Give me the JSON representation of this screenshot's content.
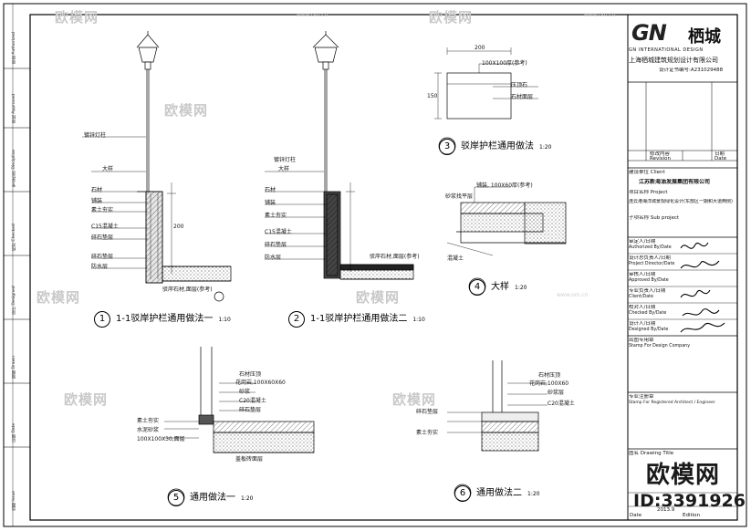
{
  "watermarks": {
    "brand": "欧模网",
    "url": "www.om.cn",
    "id_label": "ID:3391926"
  },
  "title_block": {
    "logo_letters": "GN",
    "logo_chinese": "栖城",
    "logo_english": "GN INTERNATIONAL DESIGN",
    "company": "上海栖城建筑规划设计有限公司",
    "license": "设计证书编号:A231029488",
    "revision_headers": [
      "修改内容",
      "日期"
    ],
    "revision_headers_en": [
      "Revision",
      "Date"
    ],
    "client_label": "建设单位 Client",
    "client_name": "江苏新海油发展集团有限公司",
    "project_label": "项目名称 Project",
    "project_name": "连云港海洋城景观绿化设计(东部区一期和大道两侧)",
    "subproject_label": "子项名称 Sub project",
    "authorized_label": "审定人/日期",
    "authorized_en": "Authorized By/Date",
    "director_label": "设计总负责人/日期",
    "director_en": "Project Director/Date",
    "approved_label": "审核人/日期",
    "approved_en": "Approved By/Date",
    "client_sign_label": "专业负责人/日期",
    "client_sign_en": "Client/Date",
    "checked_label": "校对人/日期",
    "checked_en": "Checked By/Date",
    "designed_label": "设计人/日期",
    "designed_en": "Designed By/Date",
    "stamp_company_label": "出图专用章",
    "stamp_company_en": "Stamp For Design Company",
    "stamp_engineer_label": "专业注册章",
    "stamp_engineer_en": "Stamp For Registered Architect / Engineer",
    "drawing_title_label": "图名 Drawing Title",
    "date_value": "2013.9",
    "date_label": "Date",
    "edition_label": "Edition"
  },
  "captions": [
    {
      "num": "1",
      "text": "1-1驳岸护栏通用做法一",
      "scale": "1:10"
    },
    {
      "num": "2",
      "text": "1-1驳岸护栏通用做法二",
      "scale": "1:10"
    },
    {
      "num": "3",
      "text": "驳岸护栏通用做法",
      "scale": "1:20"
    },
    {
      "num": "4",
      "text": "大样",
      "scale": "1:20"
    },
    {
      "num": "5",
      "text": "通用做法一",
      "scale": "1:20"
    },
    {
      "num": "6",
      "text": "通用做法二",
      "scale": "1:20"
    }
  ],
  "annotations": {
    "d1": [
      "镀锌灯柱",
      "大样",
      "石材",
      "铺装",
      "素土夯实",
      "C15混凝土",
      "碎石垫层",
      "碎石垫层",
      "防水层",
      "驳岸石材,面层(参考)",
      "200"
    ],
    "d2": [
      "镀锌灯柱",
      "大样",
      "石材",
      "铺装",
      "素土夯实",
      "C15混凝土",
      "碎石垫层",
      "防水层",
      "驳岸石材,面层(参考)"
    ],
    "d3": [
      "200",
      "100X100厚(参考)",
      "压顶石",
      "石材面层",
      "150"
    ],
    "d4": [
      "铺装, 100X60厚(参考)",
      "砂浆找平层",
      "混凝土"
    ],
    "d5": [
      "石材压顶",
      "花岗岩,100X60X60",
      "砂浆",
      "C20混凝土",
      "碎石垫层",
      "素土夯实",
      "水泥砂浆",
      "100X100X30,面层",
      "盖板砖面层"
    ],
    "d6": [
      "石材压顶",
      "花岗岩,100X60",
      "砂浆层",
      "C20混凝土",
      "碎石垫层",
      "素土夯实"
    ]
  },
  "side_strip": [
    "审定 Authorized",
    "审核 Approved",
    "专业负责 Discipline",
    "校对 Checked",
    "设计 Designed",
    "制图 Drawn",
    "日期 Date",
    "出图 Issue"
  ]
}
